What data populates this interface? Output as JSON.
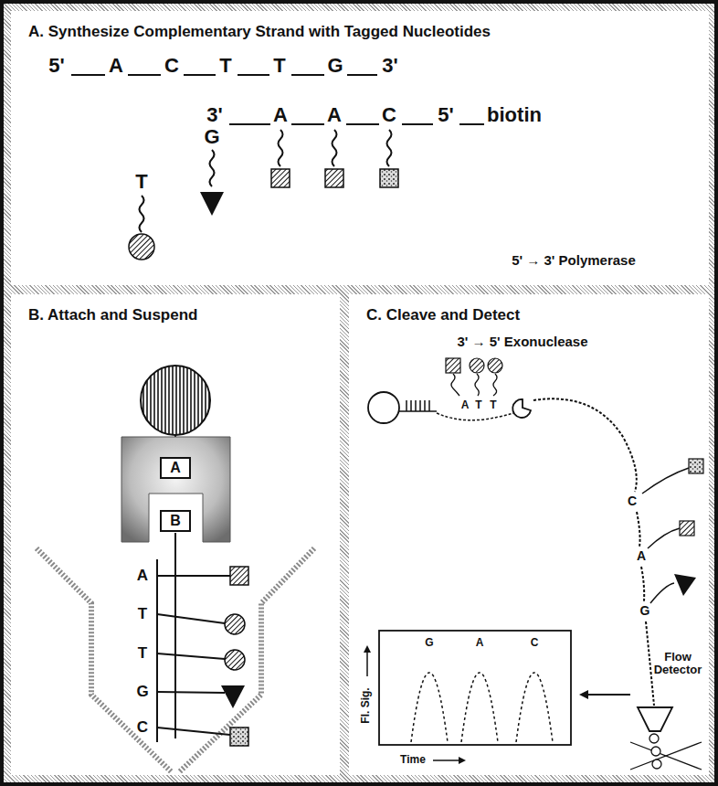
{
  "diagram": {
    "nodes": [
      {
        "text": [
          "A. Synthesize Complementary Strand with Tagged Nucleotides"
        ]
      },
      {
        "text": [
          "B. Attach and Suspend"
        ]
      },
      {
        "text": [
          "C. Cleave and Detect"
        ]
      },
      {
        "text": [
          "A"
        ],
        "in": 1
      },
      {
        "text": [
          "B"
        ],
        "in": 1
      }
    ],
    "labels": [
      "5'",
      "A",
      "C",
      "T",
      "T",
      "G",
      "3'",
      "3'",
      "A",
      "A",
      "C",
      "5'",
      "biotin",
      "T",
      "G",
      "5' → 3' Polymerase",
      "A",
      "T",
      "T",
      "G",
      "C",
      "3' → 5' Exonuclease",
      "A",
      "T",
      "T",
      "C",
      "A",
      "G",
      "Flow Detector",
      "Fl. Sig.",
      "Time",
      "G",
      "A",
      "C"
    ]
  }
}
